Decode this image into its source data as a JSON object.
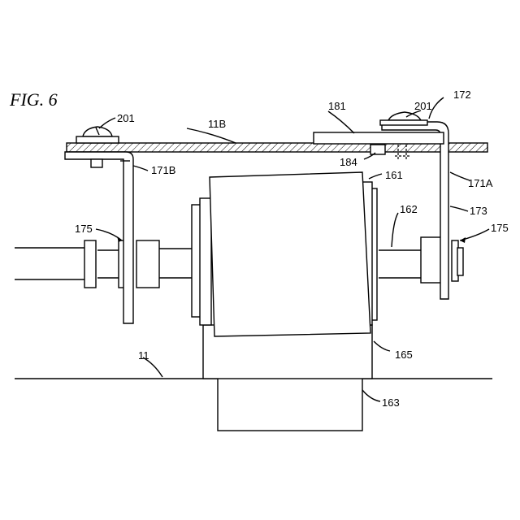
{
  "figure": {
    "title": "FIG. 6"
  },
  "labels": {
    "screw_left": "201",
    "screw_right": "201",
    "plate": "11B",
    "block": "181",
    "right_bracket_top": "172",
    "spacer": "184",
    "body": "161",
    "left_bracket": "171B",
    "right_bracket": "171A",
    "shaft": "162",
    "bracket_lower": "173",
    "ring_left": "175",
    "ring_right": "175",
    "support": "165",
    "base": "11",
    "mount": "163"
  },
  "colors": {
    "line": "#000000",
    "background": "#ffffff"
  }
}
